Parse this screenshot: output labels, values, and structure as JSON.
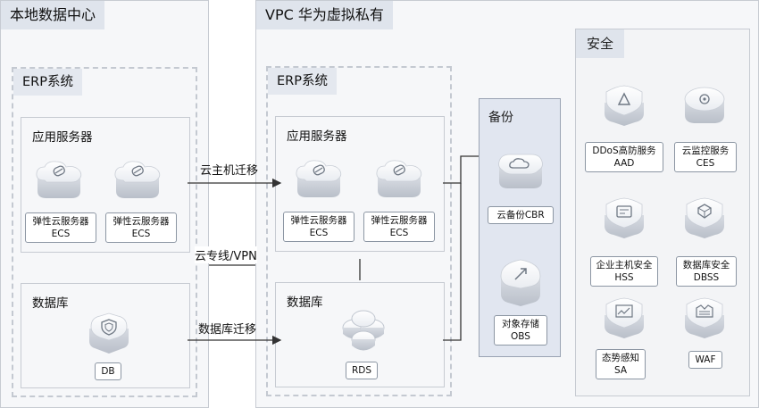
{
  "onprem": {
    "title": "本地数据中心",
    "erp_title": "ERP系统",
    "app_title": "应用服务器",
    "ecs1": {
      "line1": "弹性云服务器",
      "line2": "ECS"
    },
    "ecs2": {
      "line1": "弹性云服务器",
      "line2": "ECS"
    },
    "db_title": "数据库",
    "db_label": "DB"
  },
  "vpc": {
    "title": "VPC 华为虚拟私有",
    "erp_title": "ERP系统",
    "app_title": "应用服务器",
    "ecs1": {
      "line1": "弹性云服务器",
      "line2": "ECS"
    },
    "ecs2": {
      "line1": "弹性云服务器",
      "line2": "ECS"
    },
    "db_title": "数据库",
    "rds_label": "RDS"
  },
  "edges": {
    "host_migration": "云主机迁移",
    "direct_connect": "云专线/VPN",
    "db_migration": "数据库迁移"
  },
  "backup": {
    "title": "备份",
    "cbr": "云备份CBR",
    "obs": {
      "line1": "对象存储",
      "line2": "OBS"
    }
  },
  "security": {
    "title": "安全",
    "aad": {
      "line1": "DDoS高防服务",
      "line2": "AAD"
    },
    "ces": {
      "line1": "云监控服务",
      "line2": "CES"
    },
    "hss": {
      "line1": "企业主机安全",
      "line2": "HSS"
    },
    "dbss": {
      "line1": "数据库安全",
      "line2": "DBSS"
    },
    "sa": {
      "line1": "态势感知",
      "line2": "SA"
    },
    "waf": "WAF"
  }
}
